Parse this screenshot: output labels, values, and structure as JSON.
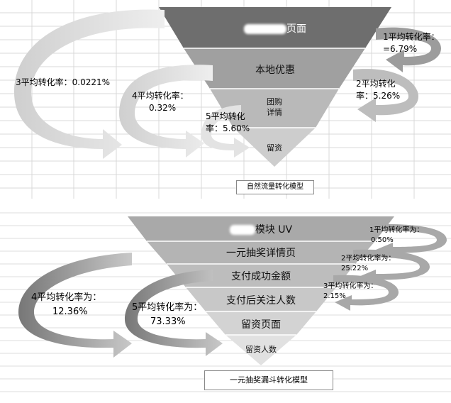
{
  "top": {
    "caption": "自然流量转化模型",
    "funnel_levels": [
      "页面",
      "本地优惠",
      "团购\n详情",
      "留资"
    ],
    "rates": [
      {
        "line1": "1平均转化率：",
        "line2": "=6.79%"
      },
      {
        "line1": "2平均转化",
        "line2": "率：5.26%"
      },
      {
        "line1": "3平均转化率：0.0221%",
        "line2": ""
      },
      {
        "line1": "4平均转化率：",
        "line2": "0.32%"
      },
      {
        "line1": "5平均转化",
        "line2": "率：5.60%"
      }
    ]
  },
  "bottom": {
    "caption": "一元抽奖漏斗转化模型",
    "funnel_levels": [
      "模块 UV",
      "一元抽奖详情页",
      "支付成功金额",
      "支付后关注人数",
      "留资页面",
      "留资人数"
    ],
    "rates": [
      {
        "line1": "1平均转化率为：",
        "line2": "0.50%"
      },
      {
        "line1": "2平均转化率为：",
        "line2": "25.22%"
      },
      {
        "line1": "3平均转化率为：",
        "line2": "2.15%"
      },
      {
        "line1": "4平均转化率为：",
        "line2": "12.36%"
      },
      {
        "line1": "5平均转化率为：",
        "line2": "73.33%"
      }
    ]
  }
}
